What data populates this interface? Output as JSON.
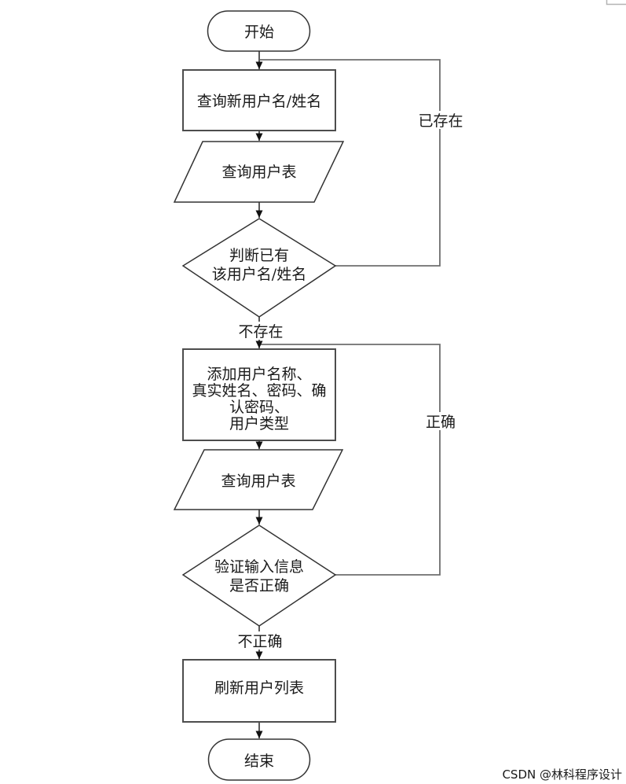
{
  "nodes": {
    "start": {
      "label": "开始"
    },
    "query_new_user": {
      "label": "查询新用户名/姓名"
    },
    "query_user_table_1": {
      "label": "查询用户表"
    },
    "check_existing": {
      "line1": "判断已有",
      "line2": "该用户名/姓名"
    },
    "add_user_info": {
      "line1": "添加用户名称、",
      "line2": "真实姓名、密码、确",
      "line3": "认密码、",
      "line4": "用户类型"
    },
    "query_user_table_2": {
      "label": "查询用户表"
    },
    "verify_input": {
      "line1": "验证输入信息",
      "line2": "是否正确"
    },
    "refresh_user_list": {
      "label": "刷新用户列表"
    },
    "end": {
      "label": "结束"
    }
  },
  "edge_labels": {
    "exists": "已存在",
    "not_exists": "不存在",
    "correct": "正确",
    "incorrect": "不正确"
  },
  "watermark": {
    "text": "CSDN @林科程序设计",
    "color": "#d6d6d6"
  },
  "colors": {
    "background": "#ffffff",
    "shape_stroke": "#333333",
    "process_stroke": "#4d4d4d",
    "connector": "#222222",
    "loop_line": "#6e6e6e",
    "text": "#1a1a1a",
    "frame_fragment": "#b3b3b3"
  }
}
